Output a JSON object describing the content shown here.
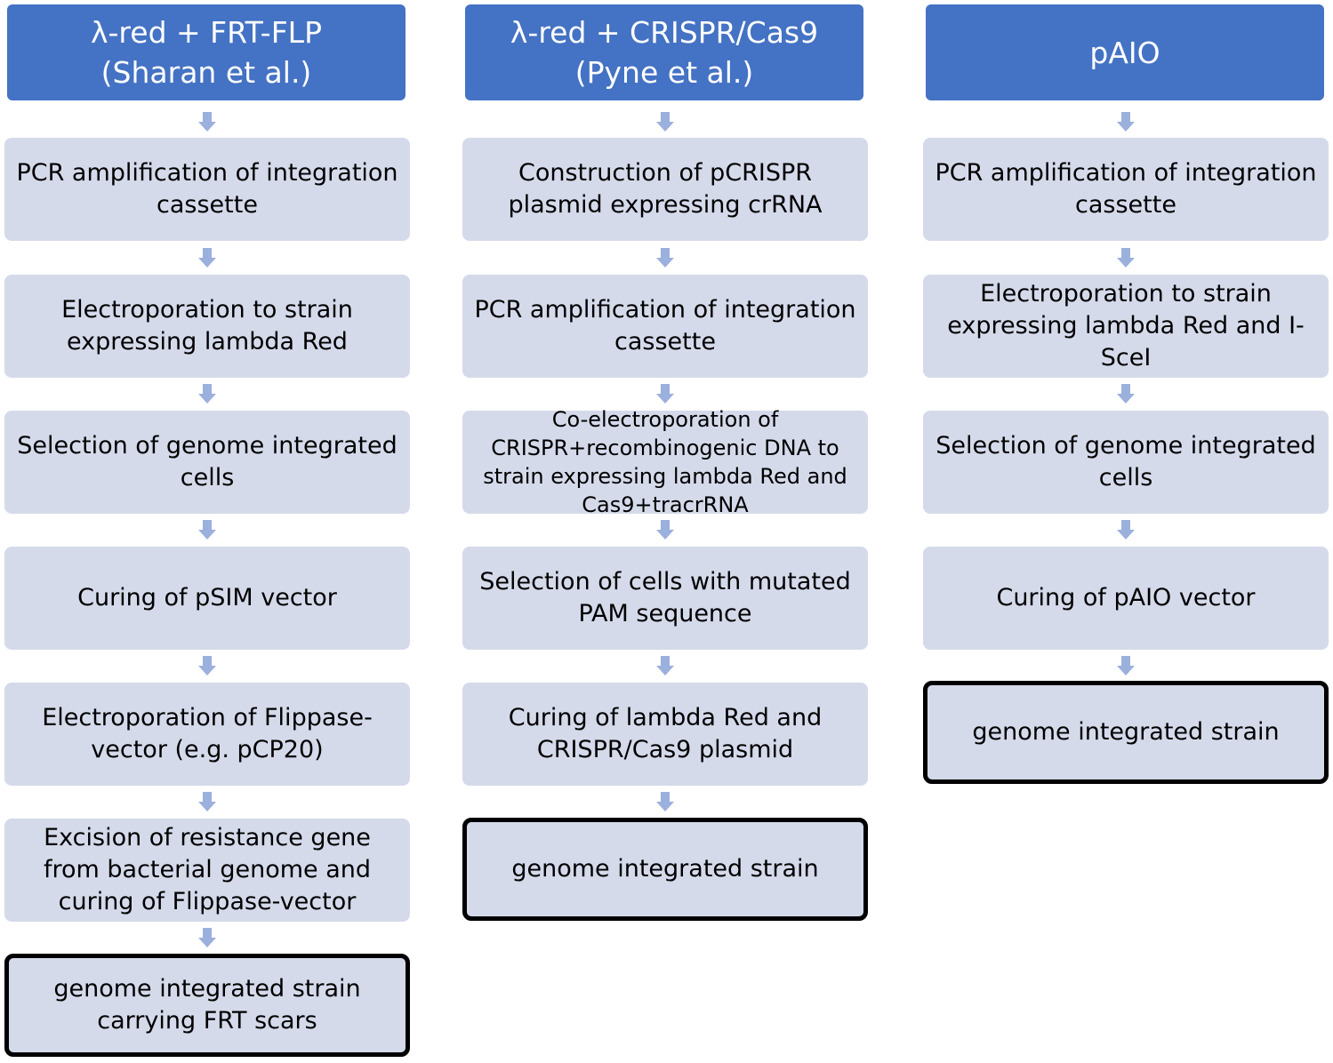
{
  "columns": [
    {
      "header": "λ-red + FRT-FLP\n(Sharan et al.)",
      "steps": [
        "PCR amplification of integration cassette",
        "Electroporation to strain expressing lambda Red",
        "Selection of genome integrated cells",
        "Curing of pSIM vector",
        "Electroporation of Flippase-vector (e.g. pCP20)",
        "Excision of resistance gene from bacterial genome and curing of Flippase-vector",
        "genome integrated strain carrying FRT scars"
      ]
    },
    {
      "header": "λ-red + CRISPR/Cas9\n(Pyne et al.)",
      "steps": [
        "Construction of pCRISPR plasmid expressing crRNA",
        "PCR amplification of integration cassette",
        "Co-electroporation of CRISPR+recombinogenic DNA to strain expressing lambda Red and Cas9+tracrRNA",
        "Selection of cells with mutated PAM sequence",
        "Curing of lambda Red and CRISPR/Cas9 plasmid",
        "genome integrated strain"
      ]
    },
    {
      "header": "pAIO",
      "steps": [
        "PCR amplification of integration cassette",
        "Electroporation to strain expressing lambda Red and I-SceI",
        "Selection of genome integrated cells",
        "Curing of pAIO vector",
        "genome integrated strain"
      ]
    }
  ],
  "colors": {
    "header_fill": "#4472c4",
    "step_fill": "#d5daeb",
    "arrow_fill": "#9bb0dc",
    "final_border": "#000000"
  }
}
